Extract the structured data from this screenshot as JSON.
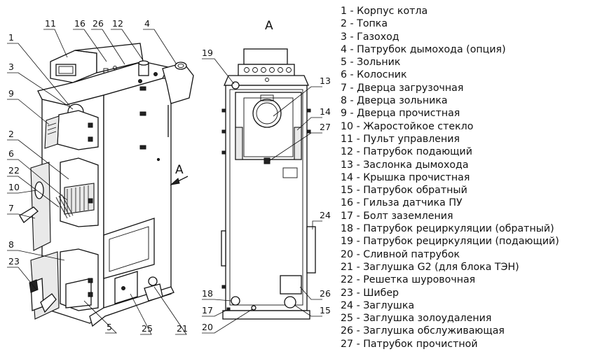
{
  "view_label": "А",
  "arrow_label": "А",
  "legend": [
    {
      "n": "1",
      "text": "1 - Корпус котла"
    },
    {
      "n": "2",
      "text": "2 - Топка"
    },
    {
      "n": "3",
      "text": "3 - Газоход"
    },
    {
      "n": "4",
      "text": "4 - Патрубок дымохода (опция)"
    },
    {
      "n": "5",
      "text": "5 - Зольник"
    },
    {
      "n": "6",
      "text": "6 - Колосник"
    },
    {
      "n": "7",
      "text": "7 - Дверца загрузочная"
    },
    {
      "n": "8",
      "text": "8 - Дверца зольника"
    },
    {
      "n": "9",
      "text": "9 - Дверца прочистная"
    },
    {
      "n": "10",
      "text": "10 - Жаростойкое стекло"
    },
    {
      "n": "11",
      "text": "11 - Пульт управления"
    },
    {
      "n": "12",
      "text": "12 - Патрубок подающий"
    },
    {
      "n": "13",
      "text": "13 - Заслонка дымохода"
    },
    {
      "n": "14",
      "text": "14 - Крышка прочистная"
    },
    {
      "n": "15",
      "text": "15 - Патрубок обратный"
    },
    {
      "n": "16",
      "text": "16 - Гильза датчика ПУ"
    },
    {
      "n": "17",
      "text": "17 - Болт заземления"
    },
    {
      "n": "18",
      "text": "18 - Патрубок рециркуляции (обратный)"
    },
    {
      "n": "19",
      "text": "19 - Патрубок рециркуляции (подающий)"
    },
    {
      "n": "20",
      "text": "20 - Сливной патрубок"
    },
    {
      "n": "21",
      "text": "21 - Заглушка G2 (для блока ТЭН)"
    },
    {
      "n": "22",
      "text": "22 - Решетка шуровочная"
    },
    {
      "n": "23",
      "text": "23 - Шибер"
    },
    {
      "n": "24",
      "text": "24 - Заглушка"
    },
    {
      "n": "25",
      "text": "25 - Заглушка золоудаления"
    },
    {
      "n": "26",
      "text": "26 - Заглушка обслуживающая"
    },
    {
      "n": "27",
      "text": "27 - Патрубок прочистной"
    }
  ],
  "callouts_iso": [
    "11",
    "16",
    "26",
    "12",
    "4",
    "1",
    "3",
    "9",
    "2",
    "6",
    "22",
    "10",
    "7",
    "8",
    "23",
    "5",
    "25",
    "21"
  ],
  "callouts_rear": [
    "19",
    "13",
    "14",
    "27",
    "24",
    "18",
    "17",
    "20",
    "26",
    "15"
  ]
}
